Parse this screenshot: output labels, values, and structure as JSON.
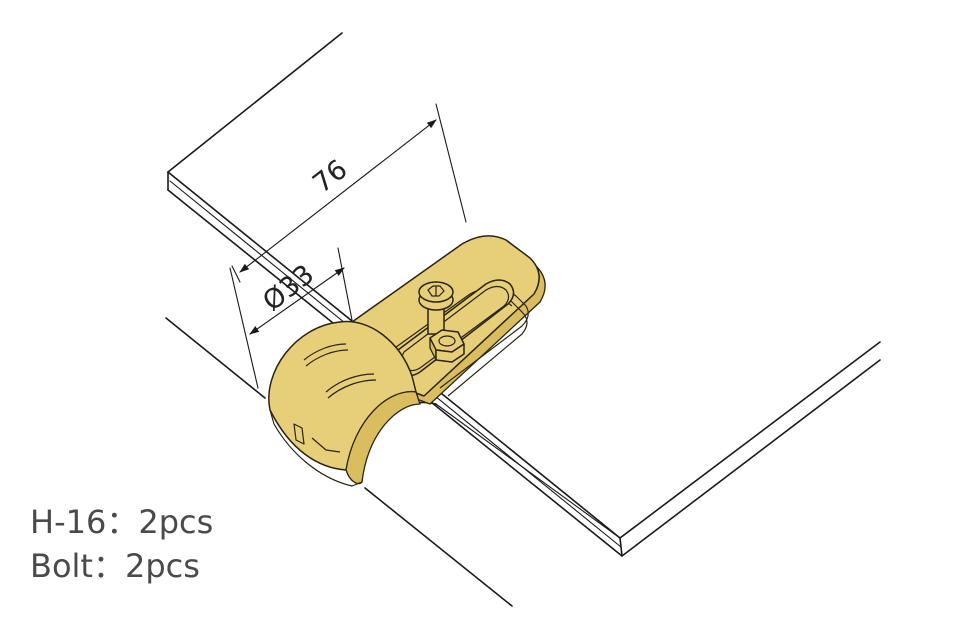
{
  "dimensions": {
    "length": "76",
    "diameter": "Ø33"
  },
  "parts": [
    {
      "name": "H-16",
      "separator": "：",
      "qty": "2pcs"
    },
    {
      "name": "Bolt",
      "separator": "：",
      "qty": "2pcs"
    }
  ],
  "colors": {
    "brass": "#e7cf7a",
    "line": "#1a1a1a",
    "text": "#4a4a4a"
  }
}
